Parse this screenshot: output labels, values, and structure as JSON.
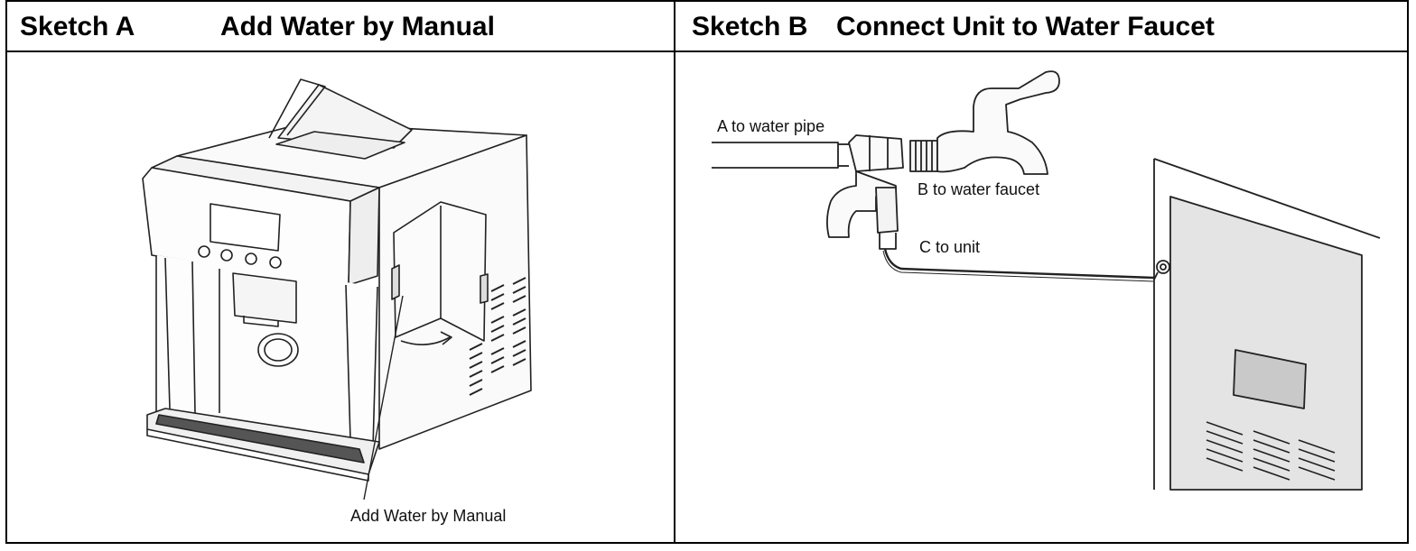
{
  "sketch_a": {
    "label": "Sketch A",
    "title": "Add Water by Manual",
    "callout": "Add  Water by Manual"
  },
  "sketch_b": {
    "label": "Sketch B",
    "title": "Connect Unit to Water Faucet",
    "callouts": {
      "a": "A to water pipe",
      "b": "B to water faucet",
      "c": "C to unit"
    }
  }
}
